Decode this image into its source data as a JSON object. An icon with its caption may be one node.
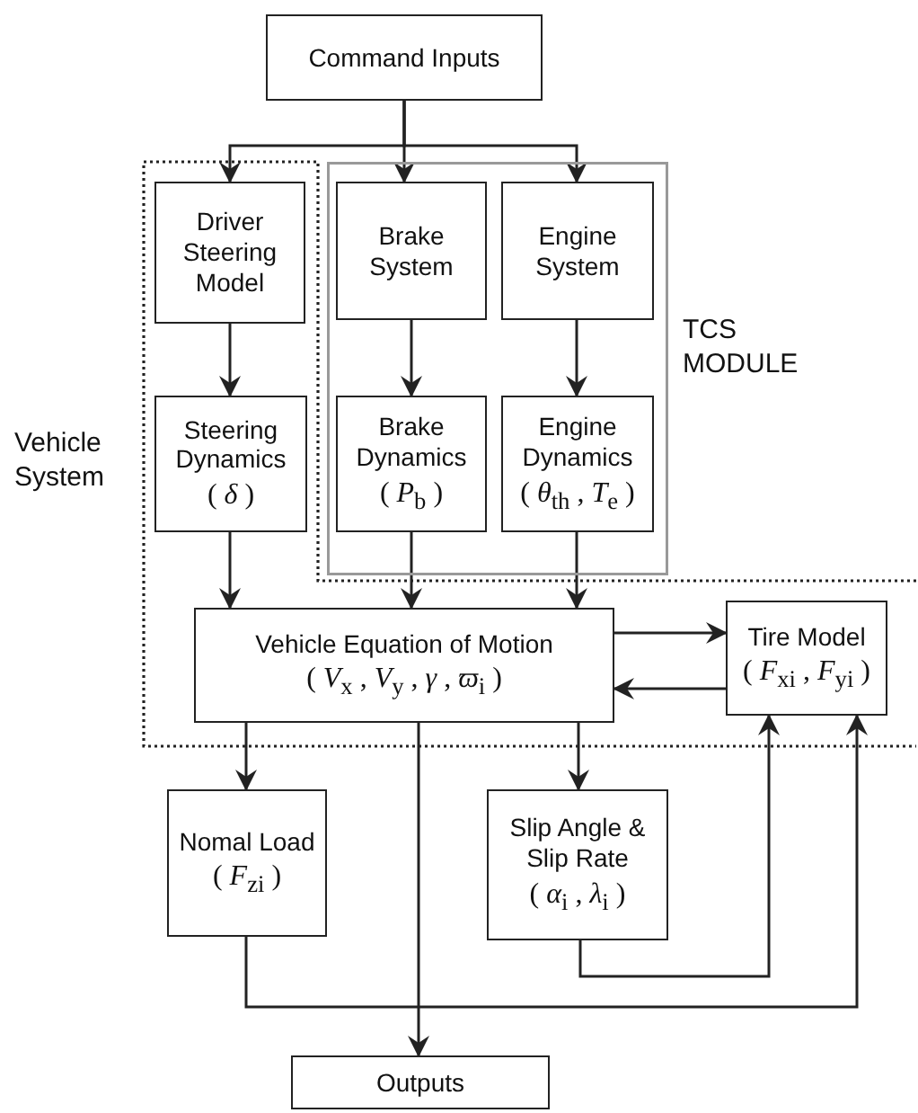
{
  "diagram": {
    "nodes": [
      {
        "text": [
          "Command Inputs"
        ]
      },
      {
        "text": [
          "Vehicle System"
        ]
      },
      {
        "text": [
          "Driver Steering Model"
        ],
        "in": 1
      },
      {
        "text": [
          "Steering Dynamics",
          "( *δ* )"
        ],
        "in": 1
      },
      {
        "text": [
          "TCS MODULE"
        ],
        "in": 1
      },
      {
        "text": [
          "Brake System"
        ],
        "in": 4
      },
      {
        "text": [
          "Engine System"
        ],
        "in": 4
      },
      {
        "text": [
          "Brake Dynamics",
          "( *P*$_{b}$ )"
        ],
        "in": 4
      },
      {
        "text": [
          "Engine Dynamics",
          "( *θ*$_{th}$ , *T*$_{e}$ )"
        ],
        "in": 4
      },
      {
        "text": [
          "Vehicle Equation of Motion",
          "( *V*$_{x}$ , *V*$_{y}$ , *γ* , *ϖ*$_{i}$ )"
        ],
        "in": 1
      },
      {
        "text": [
          "Tire Model",
          "( *F*$_{xi}$ , *F*$_{yi}$ )"
        ],
        "in": 1
      },
      {
        "text": [
          "Nomal Load",
          "( *F*$_{zi}$ )"
        ]
      },
      {
        "text": [
          "Slip Angle & Slip Rate",
          "( *α*$_{i}$ , *λ*$_{i}$ )"
        ]
      },
      {
        "text": [
          "Outputs"
        ]
      }
    ],
    "edges": [
      {
        "from": 0,
        "to": 2,
        "arrow": "to"
      },
      {
        "from": 0,
        "to": 5,
        "arrow": "to"
      },
      {
        "from": 0,
        "to": 6,
        "arrow": "to"
      },
      {
        "from": 2,
        "to": 3,
        "arrow": "to"
      },
      {
        "from": 5,
        "to": 7,
        "arrow": "to"
      },
      {
        "from": 6,
        "to": 8,
        "arrow": "to"
      },
      {
        "from": 3,
        "to": 9,
        "arrow": "to"
      },
      {
        "from": 7,
        "to": 9,
        "arrow": "to"
      },
      {
        "from": 8,
        "to": 9,
        "arrow": "to"
      },
      {
        "from": 9,
        "to": 10,
        "arrow": "to"
      },
      {
        "from": 10,
        "to": 9,
        "arrow": "to"
      },
      {
        "from": 9,
        "to": 11,
        "arrow": "to"
      },
      {
        "from": 9,
        "to": 12,
        "arrow": "to"
      },
      {
        "from": 9,
        "to": 13,
        "arrow": "to"
      },
      {
        "from": 12,
        "to": 10,
        "arrow": "to"
      },
      {
        "from": 11,
        "to": 10,
        "arrow": "to"
      }
    ]
  }
}
